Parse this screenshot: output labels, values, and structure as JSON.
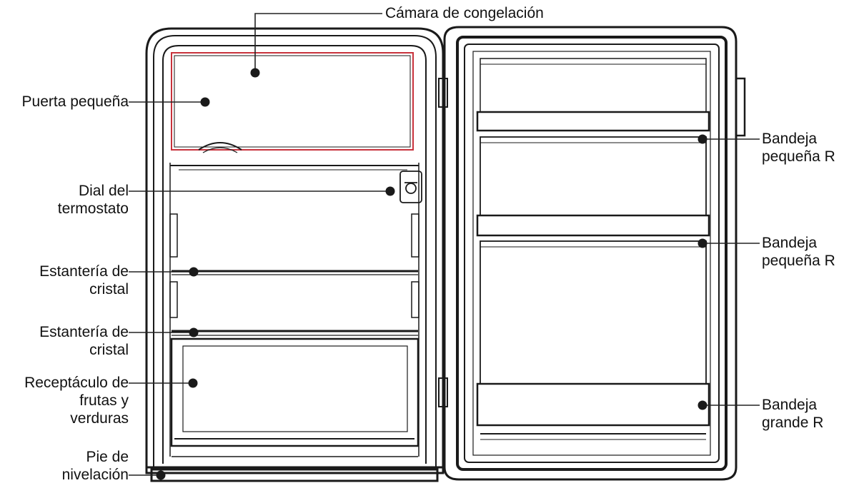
{
  "labels": {
    "freezer_compartment": "Cámara de congelación",
    "small_door": "Puerta pequeña",
    "thermostat_dial": [
      "Dial del",
      "termostato"
    ],
    "glass_shelf_1": [
      "Estantería de",
      "cristal"
    ],
    "glass_shelf_2": [
      "Estantería de",
      "cristal"
    ],
    "crisper": [
      "Receptáculo de",
      "frutas y",
      "verduras"
    ],
    "leveling_foot": [
      "Pie de",
      "nivelación"
    ],
    "tray_small_1": [
      "Bandeja",
      "pequeña R"
    ],
    "tray_small_2": [
      "Bandeja",
      "pequeña R"
    ],
    "tray_large": [
      "Bandeja",
      "grande R"
    ]
  },
  "colors": {
    "outline": "#1a1a1a",
    "freezer_highlight": "#c8323c",
    "leader": "#222222"
  }
}
